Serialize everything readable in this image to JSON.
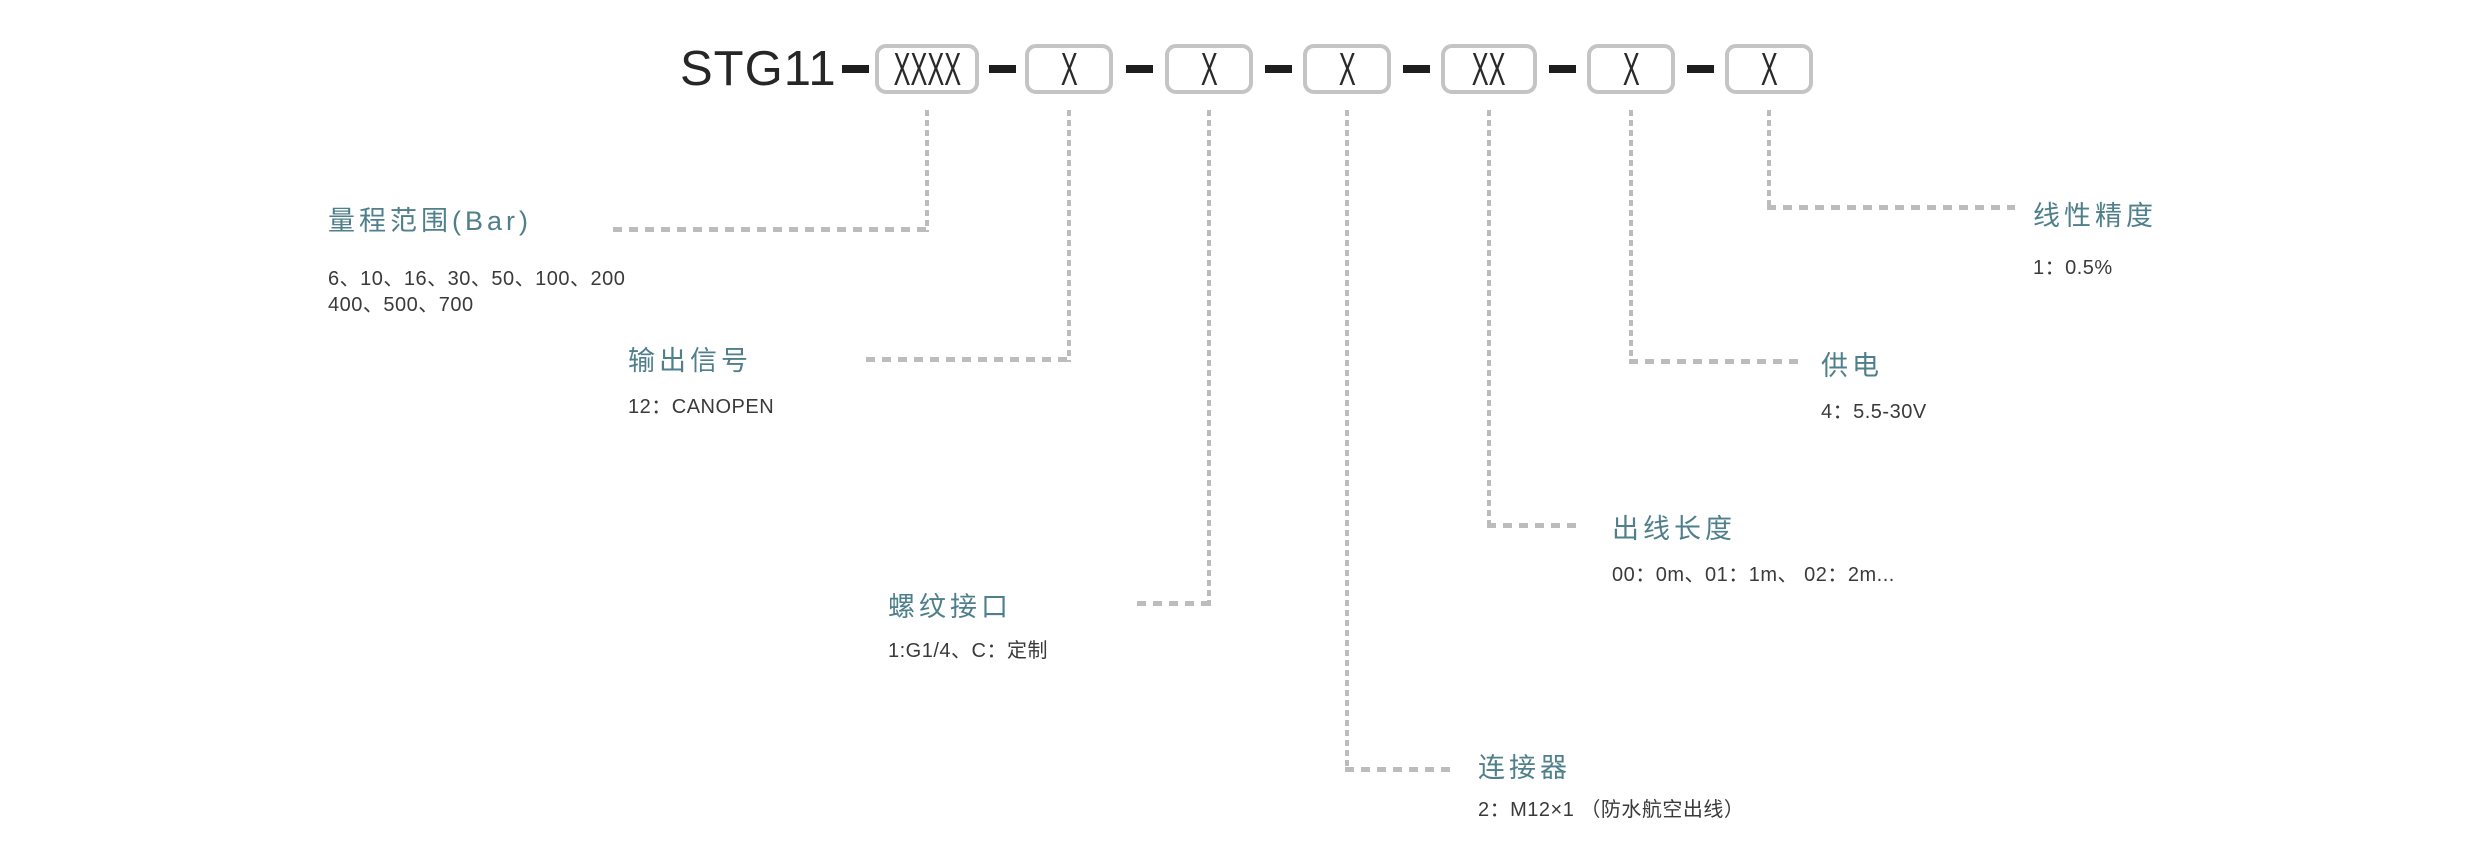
{
  "product_code": {
    "prefix": "STG11",
    "boxes": [
      "XXXX",
      "X",
      "X",
      "X",
      "XX",
      "X",
      "X"
    ]
  },
  "fields": [
    {
      "label": "量程范围(Bar)",
      "values": [
        "6、10、16、30、50、100、200",
        "400、500、700"
      ]
    },
    {
      "label": "输出信号",
      "values": [
        "12：CANOPEN"
      ]
    },
    {
      "label": "螺纹接口",
      "values": [
        "1:G1/4、C：定制"
      ]
    },
    {
      "label": "连接器",
      "values": [
        "2：M12×1  （防水航空出线）"
      ]
    },
    {
      "label": "出线长度",
      "values": [
        "00：0m、01：1m、 02：2m..."
      ]
    },
    {
      "label": "供电",
      "values": [
        "4：5.5-30V"
      ]
    },
    {
      "label": "线性精度",
      "values": [
        "1：0.5%"
      ]
    }
  ],
  "colors": {
    "accent_teal": "#4e7f8b",
    "connector_gray": "#bcbcbc",
    "box_border_gray": "#c4c4c4",
    "code_text_dark": "#2a2a2a",
    "value_text_dark": "#3a3a3a",
    "separator_black": "#1e1e1e"
  }
}
